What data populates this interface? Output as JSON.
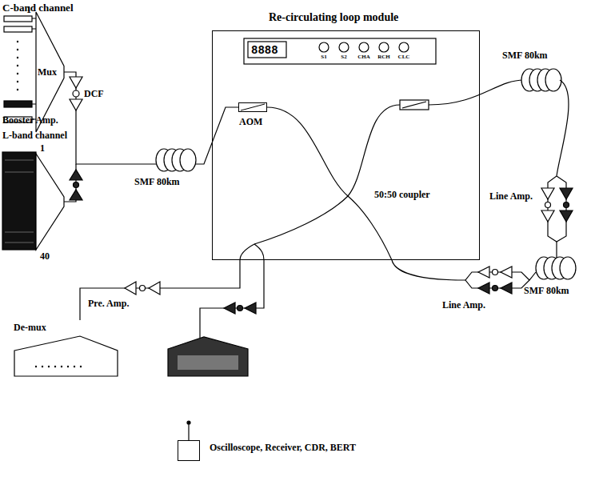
{
  "diagram": {
    "nodes": [
      {
        "text": [
          "Mux"
        ]
      },
      {
        "text": [
          "Re-circulating loop module"
        ]
      },
      {
        "text": [
          "AOM"
        ],
        "in": 1
      },
      {
        "text": [
          "De-mux"
        ]
      },
      {
        "text": [
          "Oscilloscope, Receiver, CDR, BERT"
        ]
      }
    ],
    "edges": [
      {
        "from": 0,
        "to": 2,
        "arrow": "none"
      },
      {
        "from": 1,
        "to": 3,
        "arrow": "none"
      }
    ],
    "labels": [
      "C-band channel",
      "1",
      "DCF",
      "Booster Amp.",
      "L-band channel",
      "1",
      "40",
      "SMF 80km",
      "8888",
      "S1",
      "S2",
      "CHA",
      "RCH",
      "CLC",
      "50:50 coupler",
      "SMF 80km",
      "Line Amp.",
      "SMF 80km",
      "Line Amp.",
      "Pre. Amp."
    ]
  }
}
